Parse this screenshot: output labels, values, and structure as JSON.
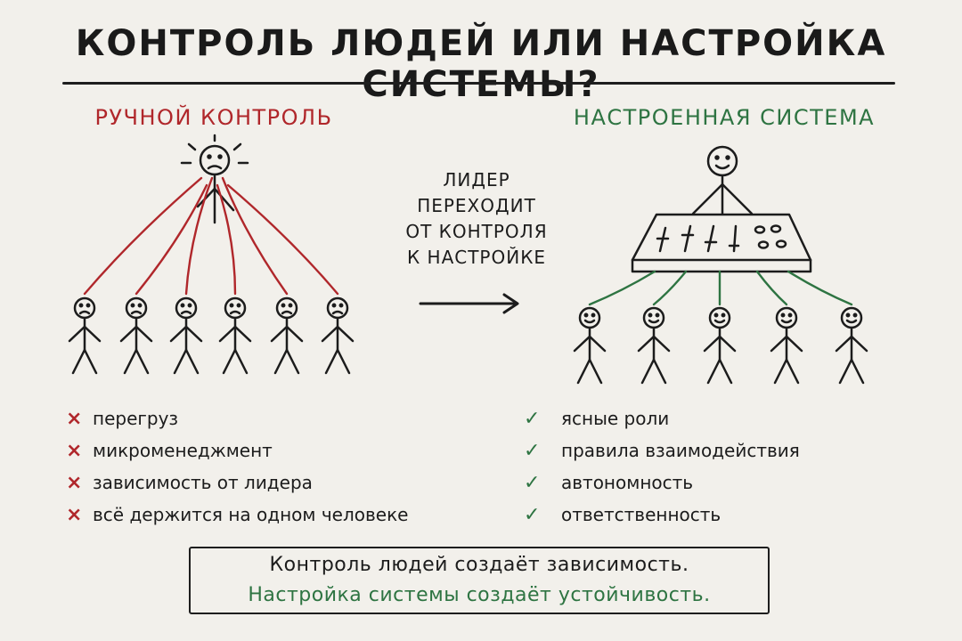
{
  "title": "Контроль людей или настройка системы?",
  "colors": {
    "red": "#b0272b",
    "green": "#2e7442",
    "ink": "#1c1c1c",
    "background": "#f2f0eb"
  },
  "left_panel": {
    "heading": "Ручной контроль",
    "people_count": 6,
    "face": "frown",
    "items": [
      {
        "icon": "cross-icon",
        "mark": "×",
        "text": "перегруз"
      },
      {
        "icon": "cross-icon",
        "mark": "×",
        "text": "микроменеджмент"
      },
      {
        "icon": "cross-icon",
        "mark": "×",
        "text": "зависимость от лидера"
      },
      {
        "icon": "cross-icon",
        "mark": "×",
        "text": "всё держится на одном человеке"
      }
    ]
  },
  "transition": {
    "text": "Лидер\nпереходит\nот контроля\nк настройке",
    "icon": "arrow-right-icon"
  },
  "right_panel": {
    "heading": "Настроенная система",
    "people_count": 5,
    "face": "smile",
    "items": [
      {
        "icon": "check-icon",
        "mark": "✓",
        "text": "ясные роли"
      },
      {
        "icon": "check-icon",
        "mark": "✓",
        "text": "правила взаимодействия"
      },
      {
        "icon": "check-icon",
        "mark": "✓",
        "text": "автономность"
      },
      {
        "icon": "check-icon",
        "mark": "✓",
        "text": "ответственность"
      }
    ]
  },
  "summary": {
    "line1": "Контроль людей создаёт зависимость.",
    "line2": "Настройка системы создаёт устойчивость."
  }
}
